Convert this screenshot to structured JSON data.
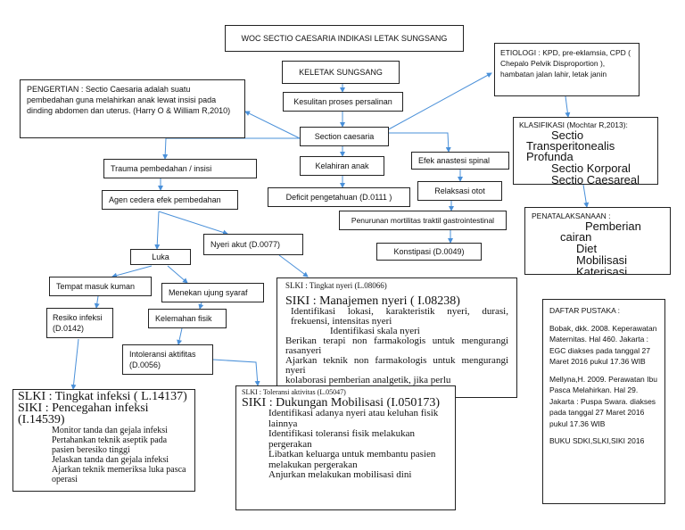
{
  "title": "WOC SECTIO CAESARIA INDIKASI LETAK SUNGSANG",
  "nodes": {
    "keletak": "KELETAK SUNGSANG",
    "kesulitan": "Kesulitan proses persalinan",
    "section": "Section caesaria",
    "kelahiran": "Kelahiran anak",
    "deficit": "Deficit  pengetahuan (D.0111 )",
    "trauma": "Trauma pembedahan / insisi",
    "agen": "Agen cedera efek pembedahan",
    "nyeri": "Nyeri akut (D.0077)",
    "luka": "Luka",
    "tempat": "Tempat masuk kuman",
    "menekan": "Menekan ujung syaraf",
    "resiko": "Resiko infeksi (D.0142)",
    "kelemahan": "Kelemahan fisik",
    "intoleransi": "Intoleransi aktifitas (D.0056)",
    "efek": "Efek anastesi spinal",
    "relaksasi": "Relaksasi otot",
    "penurunan": "Penurunan mortilitas traktil gastrointestinal",
    "konstipasi": "Konstipasi (D.0049)"
  },
  "pengertian": "PENGERTIAN : Sectio Caesaria adalah suatu pembedahan guna melahirkan anak lewat insisi pada dinding abdomen dan uterus. (Harry O & William R,2010)",
  "etiologi": "ETIOLOGI : KPD, pre-eklamsia, CPD ( Chepalo Pelvik Disproportion ), hambatan jalan lahir, letak janin",
  "klasifikasi": {
    "heading": "KLASIFIKASI (Mochtar R,2013):",
    "items": [
      "Sectio Transperitonealis Profunda",
      "Sectio Korporal",
      "Sectio Caesareal"
    ]
  },
  "penatalaksanaan": {
    "heading": "PENATALAKSANAAN :",
    "items": [
      "Pemberian cairan",
      "Diet",
      "Mobilisasi",
      "Katerisasi"
    ]
  },
  "infeksi_box": {
    "slki": "SLKI : Tingkat infeksi ( L.14137)",
    "siki": "SIKI : Pencegahan infeksi (I.14539)",
    "items": [
      "Monitor tanda dan gejala infeksi",
      "Pertahankan teknik aseptik pada pasien beresiko tinggi",
      "Jelaskan tanda dan gejala infeksi",
      "Ajarkan teknik memeriksa luka pasca operasi"
    ]
  },
  "nyeri_box": {
    "slki": "SLKI : Tingkat nyeri (L.08066)",
    "siki": "SIKI : Manajemen nyeri ( I.08238)",
    "items": [
      "Identifikasi lokasi, karakteristik nyeri, durasi, frekuensi, intensitas nyeri",
      "Identifikasi skala nyeri",
      "Berikan terapi non farmakologis untuk mengurangi rasanyeri",
      "Ajarkan teknik non farmakologis untuk mengurangi nyeri",
      "kolaborasi pemberian analgetik, jika perlu"
    ]
  },
  "toleransi_box": {
    "slki": "SLKI : Toleransi aktivitas (L.05047)",
    "siki": "SIKI : Dukungan Mobilisasi (I.050173)",
    "items": [
      "Identifikasi adanya nyeri atau keluhan fisik lainnya",
      "Identifikasi toleransi fisik melakukan pergerakan",
      "Libatkan keluarga untuk membantu pasien melakukan pergerakan",
      "Anjurkan melakukan mobilisasi dini"
    ]
  },
  "daftar_pustaka": {
    "heading": "DAFTAR PUSTAKA :",
    "refs": [
      "Bobak, dkk. 2008. Keperawatan Maternitas. Hal 460. Jakarta : EGC diakses pada tanggal 27 Maret 2016 pukul 17.36 WIB",
      "Mellyna,H. 2009. Perawatan Ibu Pasca Melahirkan. Hal 29. Jakarta : Puspa Swara. diakses pada tanggal 27 Maret 2016 pukul 17.36 WIB",
      "BUKU SDKI,SLKI,SIKI 2016"
    ]
  },
  "colors": {
    "arrow": "#4a90d9",
    "border": "#222222"
  }
}
